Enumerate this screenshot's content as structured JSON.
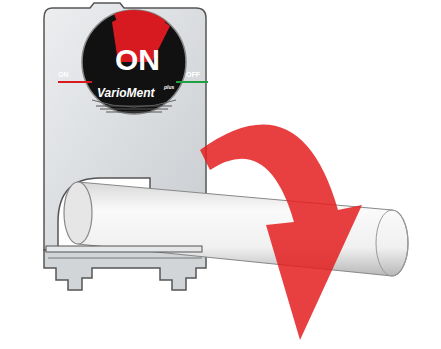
{
  "diagram": {
    "labels": [
      "ON",
      "ON",
      "OFF",
      "VarioMent",
      "plus"
    ]
  }
}
